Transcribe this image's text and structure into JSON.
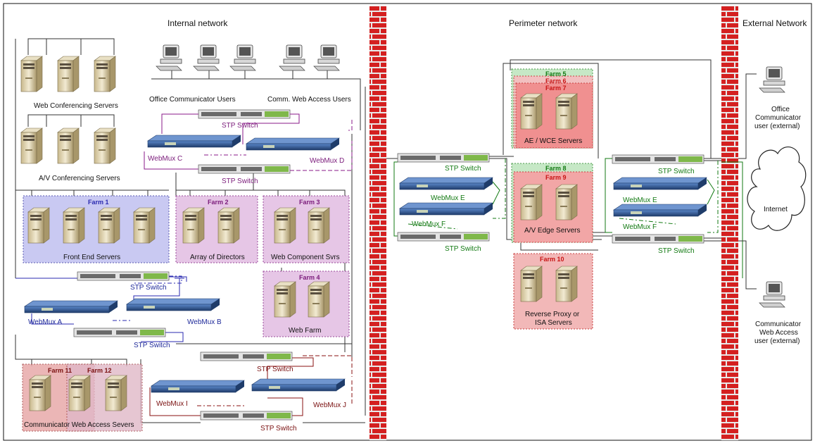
{
  "regions": {
    "internal": "Internal network",
    "perimeter": "Perimeter network",
    "external": "External Network"
  },
  "groups": {
    "web_conf": "Web Conferencing Servers",
    "av_conf": "A/V Conferencing Servers",
    "office_users": "Office Communicator Users",
    "cwa_users": "Comm. Web Access Users",
    "front_end": "Front End Servers",
    "directors": "Array of Directors",
    "web_comp": "Web Component Svrs",
    "web_farm": "Web Farm",
    "cwa_servers": "Communicator Web Access Severs",
    "ae_wce": "AE / WCE Servers",
    "av_edge": "A/V Edge Servers",
    "reverse_proxy_1": "Reverse Proxy or",
    "reverse_proxy_2": "ISA Servers",
    "office_ext_1": "Office",
    "office_ext_2": "Communicator",
    "office_ext_3": "user (external)",
    "cwa_ext_1": "Communicator",
    "cwa_ext_2": "Web Access",
    "cwa_ext_3": "user (external)",
    "internet": "Internet"
  },
  "farms": {
    "f1": "Farm 1",
    "f2": "Farm 2",
    "f3": "Farm 3",
    "f4": "Farm 4",
    "f5": "Farm 5",
    "f6": "Farm 6",
    "f7": "Farm 7",
    "f8": "Farm 8",
    "f9": "Farm 9",
    "f10": "Farm 10",
    "f11": "Farm 11",
    "f12": "Farm 12"
  },
  "devices": {
    "stp": "STP Switch",
    "wm_a": "WebMux A",
    "wm_b": "WebMux B",
    "wm_c": "WebMux C",
    "wm_d": "WebMux D",
    "wm_e": "WebMux E",
    "wm_f": "WebMux F",
    "wm_i": "WebMux I",
    "wm_j": "WebMux J"
  },
  "colors": {
    "firewall": "#d42020",
    "farm_blue": "#c9c9f2",
    "farm_purple": "#e6c6e6",
    "farm_red": "#f2a6a6",
    "farm_green": "#c6e8c6",
    "webmux": "#2a4f8a"
  }
}
